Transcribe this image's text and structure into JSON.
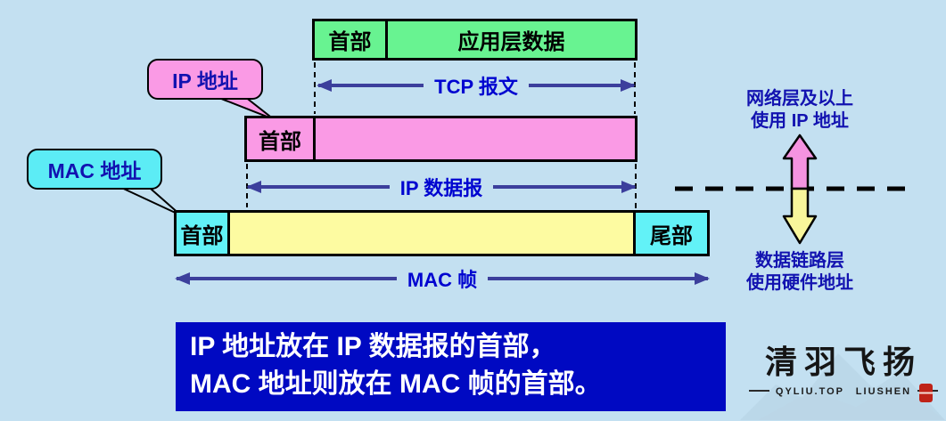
{
  "diagram": {
    "tcp_segment": {
      "header_label": "首部",
      "payload_label": "应用层数据",
      "measure_label": "TCP 报文"
    },
    "ip_datagram": {
      "callout_label": "IP 地址",
      "header_label": "首部",
      "measure_label": "IP 数据报"
    },
    "mac_frame": {
      "callout_label": "MAC 地址",
      "header_label": "首部",
      "trailer_label": "尾部",
      "measure_label": "MAC 帧"
    },
    "layer_boundary": {
      "upper_note_line1": "网络层及以上",
      "upper_note_line2": "使用 IP 地址",
      "lower_note_line1": "数据链路层",
      "lower_note_line2": "使用硬件地址"
    }
  },
  "caption": {
    "line1": "IP 地址放在 IP 数据报的首部，",
    "line2": "MAC 地址则放在 MAC 帧的首部。"
  },
  "watermark": {
    "title": "清羽飞扬",
    "subtitle": "QYLIU.TOP　LIUSHEN"
  },
  "colors": {
    "background": "#c3e0f1",
    "tcp_green": "#68f391",
    "ip_pink": "#fa9ae5",
    "mac_cyan": "#62f2f7",
    "mac_yellow": "#fdfba1",
    "caption_navy": "#0009c2",
    "measure_line": "#3c3f9c",
    "measure_label_blue": "#0004d0",
    "note_blue": "#1212b0",
    "dashed_black": "#000000",
    "seal_red": "#bf2318"
  }
}
